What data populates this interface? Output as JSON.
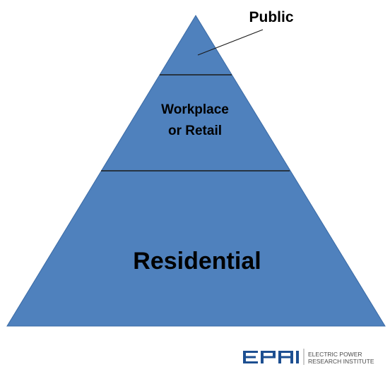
{
  "diagram": {
    "tiers": [
      {
        "label": "Public",
        "level": "top"
      },
      {
        "label_lines": [
          "Workplace",
          "or Retail"
        ],
        "level": "middle"
      },
      {
        "label": "Residential",
        "level": "base"
      }
    ]
  },
  "colors": {
    "pyramid_fill": "#4f81bd",
    "pyramid_edge": "#3a6aa5",
    "divider": "#1a1a1a",
    "logo_blue": "#1d4f91",
    "logo_text": "#4a4a4a"
  },
  "logo": {
    "mark": "EPRI",
    "line1": "ELECTRIC POWER",
    "line2": "RESEARCH INSTITUTE"
  }
}
